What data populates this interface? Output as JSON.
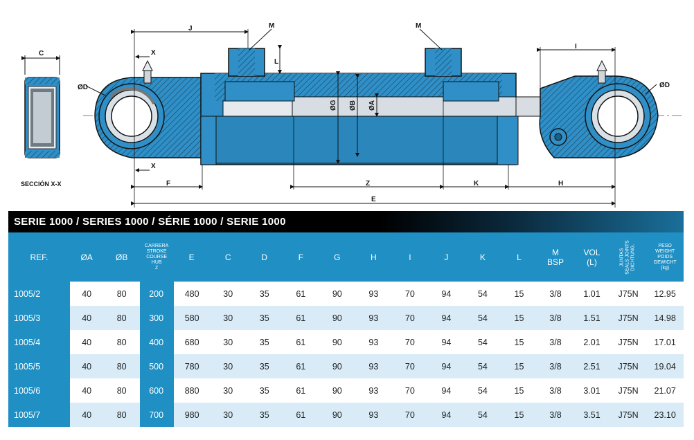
{
  "drawing": {
    "dims": {
      "j": "J",
      "m_left": "M",
      "m_right": "M",
      "i": "I",
      "c": "C",
      "x_top": "X",
      "x_bottom": "X",
      "d_left": "ØD",
      "d_right": "ØD",
      "g": "ØG",
      "b": "ØB",
      "a": "ØA",
      "l": "L",
      "f": "F",
      "z": "Z",
      "k": "K",
      "h": "H",
      "e": "E"
    },
    "section_label": "SECCIÓN X-X",
    "colors": {
      "body": "#2f8fc6",
      "dark": "#1b5f86",
      "rod": "#c9d3da",
      "hatch": "#14425f"
    }
  },
  "table": {
    "title": "SERIE 1000 / SERIES 1000 / SÉRIE 1000 / SERIE 1000",
    "headers": {
      "ref": "REF.",
      "a": "ØA",
      "b": "ØB",
      "stroke": [
        "CARRERA",
        "STROKE",
        "COURSE",
        "HUB",
        "Z"
      ],
      "e": "E",
      "c": "C",
      "d": "D",
      "f": "F",
      "g": "G",
      "h": "H",
      "i": "I",
      "j": "J",
      "k": "K",
      "l": "L",
      "m": [
        "M",
        "BSP"
      ],
      "vol": [
        "VOL",
        "(L)"
      ],
      "seals": [
        "JUNTAS",
        "SEALS JOINTS",
        "DICHTUNG."
      ],
      "weight": [
        "PESO",
        "WEIGHT",
        "POIDS",
        "GEWICHT",
        "(kg)"
      ]
    },
    "rows": [
      [
        "1005/2",
        "40",
        "80",
        "200",
        "480",
        "30",
        "35",
        "61",
        "90",
        "93",
        "70",
        "94",
        "54",
        "15",
        "3/8",
        "1.01",
        "J75N",
        "12.95"
      ],
      [
        "1005/3",
        "40",
        "80",
        "300",
        "580",
        "30",
        "35",
        "61",
        "90",
        "93",
        "70",
        "94",
        "54",
        "15",
        "3/8",
        "1.51",
        "J75N",
        "14.98"
      ],
      [
        "1005/4",
        "40",
        "80",
        "400",
        "680",
        "30",
        "35",
        "61",
        "90",
        "93",
        "70",
        "94",
        "54",
        "15",
        "3/8",
        "2.01",
        "J75N",
        "17.01"
      ],
      [
        "1005/5",
        "40",
        "80",
        "500",
        "780",
        "30",
        "35",
        "61",
        "90",
        "93",
        "70",
        "94",
        "54",
        "15",
        "3/8",
        "2.51",
        "J75N",
        "19.04"
      ],
      [
        "1005/6",
        "40",
        "80",
        "600",
        "880",
        "30",
        "35",
        "61",
        "90",
        "93",
        "70",
        "94",
        "54",
        "15",
        "3/8",
        "3.01",
        "J75N",
        "21.07"
      ],
      [
        "1005/7",
        "40",
        "80",
        "700",
        "980",
        "30",
        "35",
        "61",
        "90",
        "93",
        "70",
        "94",
        "54",
        "15",
        "3/8",
        "3.51",
        "J75N",
        "23.10"
      ]
    ],
    "colors": {
      "header": "#1f8fc4",
      "row_alt": "#d8ebf7",
      "title_bg": "#000000"
    }
  }
}
